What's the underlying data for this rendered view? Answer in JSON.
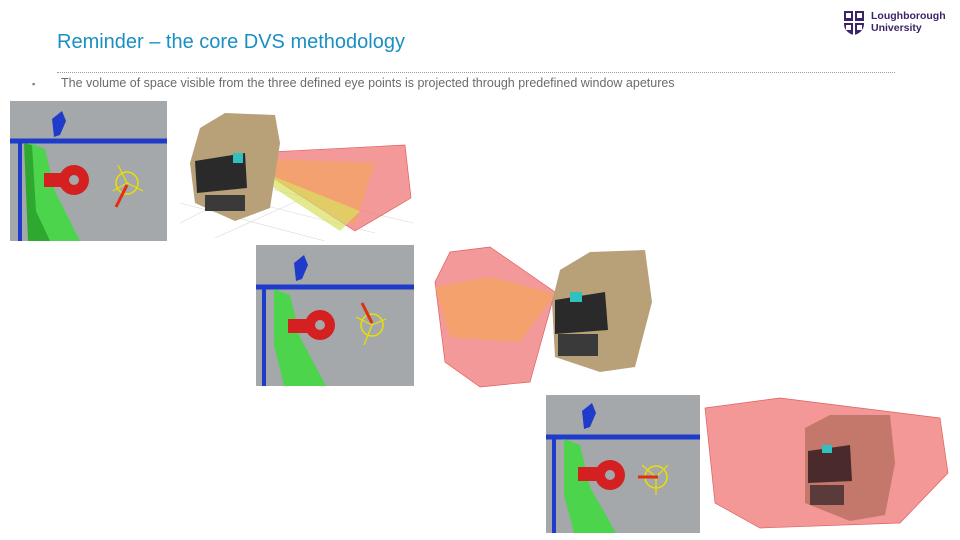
{
  "slide": {
    "title": "Reminder – the core DVS methodology",
    "bullet_text": "The volume of space visible from the three defined eye points is projected through predefined window apetures"
  },
  "logo": {
    "line1": "Loughborough",
    "line2": "University",
    "icon": "university-crest-icon",
    "color": "#3d2466"
  },
  "colors": {
    "title": "#1a8fc4",
    "cad_background": "#a5a8ab",
    "red_volume": "#f08080",
    "orange_volume": "#f4a460",
    "truck_body": "#b8a078"
  }
}
